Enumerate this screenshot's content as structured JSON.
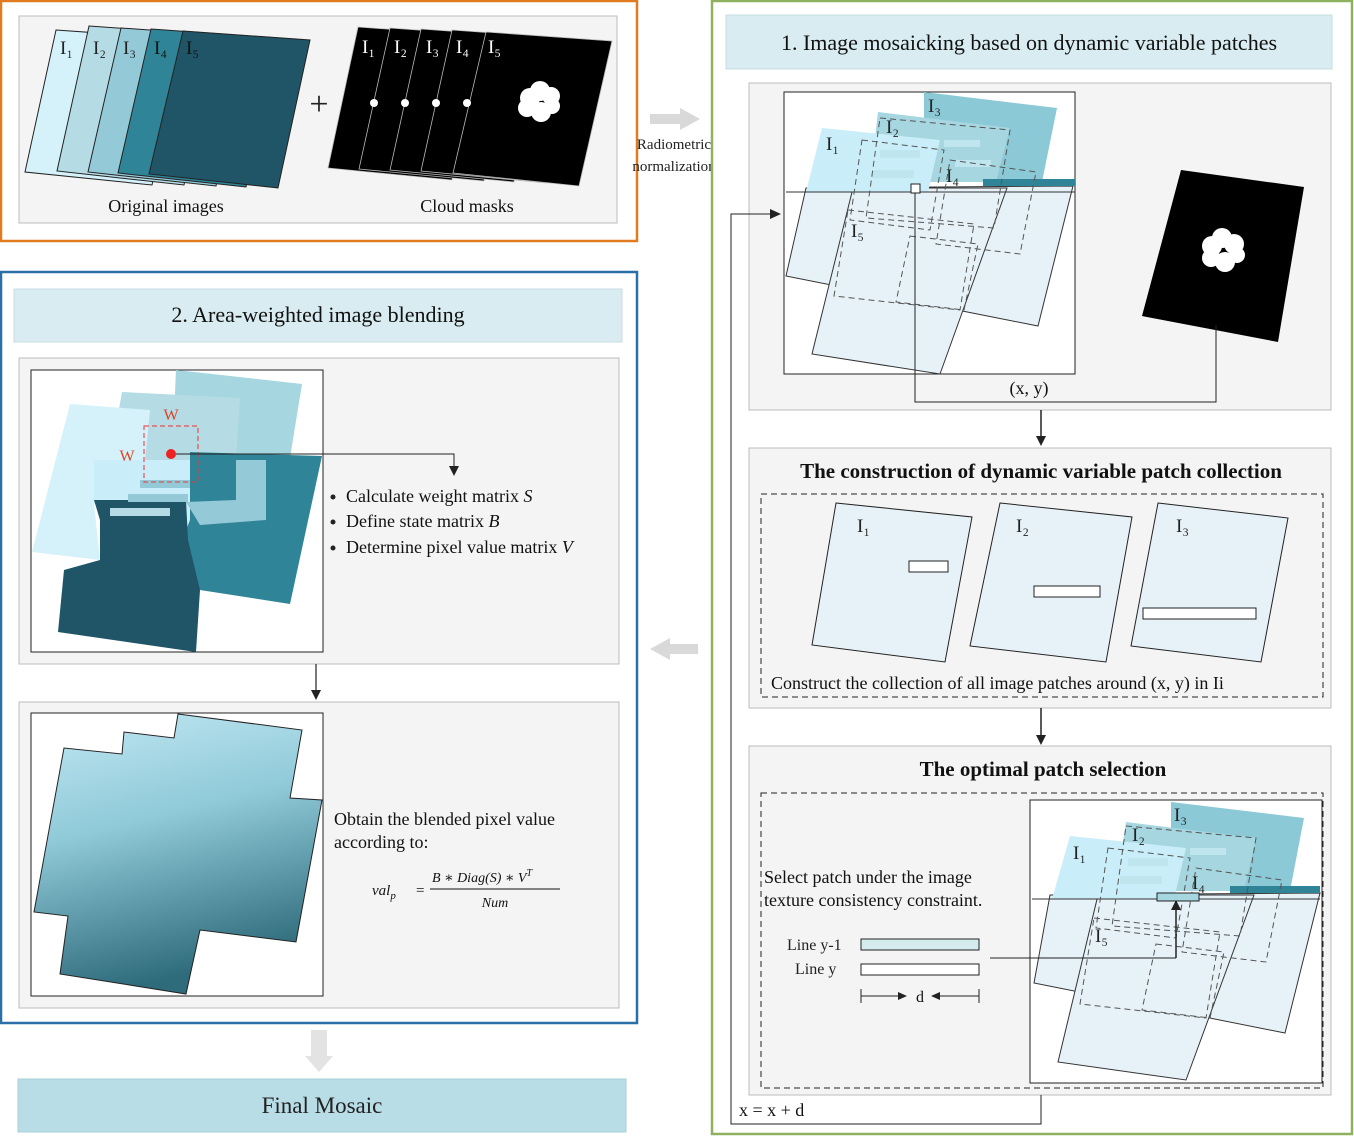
{
  "inputs": {
    "image_labels": [
      "I₁",
      "I₂",
      "I₃",
      "I₄",
      "I₅"
    ],
    "plus": "+",
    "original_caption": "Original images",
    "masks_caption": "Cloud masks"
  },
  "radiometric": {
    "line1": "Radiometric",
    "line2": "normalization"
  },
  "step1": {
    "title": "1. Image mosaicking based on dynamic variable patches",
    "mosaic_labels": {
      "i1": "I₁",
      "i2": "I₂",
      "i3": "I₃",
      "i4": "I₄",
      "i5": "I₅"
    },
    "xy_label": "(x, y)",
    "construction": {
      "title": "The construction of dynamic variable patch collection",
      "patch_labels": [
        "I₁",
        "I₂",
        "I₃"
      ],
      "caption": "Construct the collection of all image patches around (x, y) in Ii"
    },
    "selection": {
      "title": "The optimal patch selection",
      "text_line1": "Select patch under the image",
      "text_line2": "texture consistency constraint.",
      "line_prev": "Line y-1",
      "line_cur": "Line y",
      "d_label": "d",
      "labels": {
        "i1": "I₁",
        "i2": "I₂",
        "i3": "I₃",
        "i4": "I₄",
        "i5": "I₅"
      }
    },
    "update": "x = x + d"
  },
  "step2": {
    "title": "2. Area-weighted image blending",
    "w_label": "W",
    "bullets": [
      "Calculate weight matrix ",
      "Define state matrix ",
      "Determine pixel value matrix "
    ],
    "bullet_vars": [
      "S",
      "B",
      "V"
    ],
    "blend_line1": "Obtain the blended pixel value",
    "blend_line2": "according to:",
    "formula_lhs": "val",
    "formula_sub": "p",
    "formula_eq": "=",
    "formula_num": "B ∗ Diag(S) ∗ V",
    "formula_sup": "T",
    "formula_den": "Num"
  },
  "final": {
    "label": "Final Mosaic"
  },
  "colors": {
    "orange": "#e07b1f",
    "green": "#8db15d",
    "blue": "#2a6fa8",
    "panel_bg": "#f4f4f4",
    "title_bg": "#d8ecf1",
    "final_bg": "#b8dde6",
    "img1": "#d5f2fa",
    "img2": "#b5dbe4",
    "img3": "#94cad8",
    "img4": "#2f8497",
    "img5": "#1f5566",
    "light": "#e6f2f7"
  }
}
